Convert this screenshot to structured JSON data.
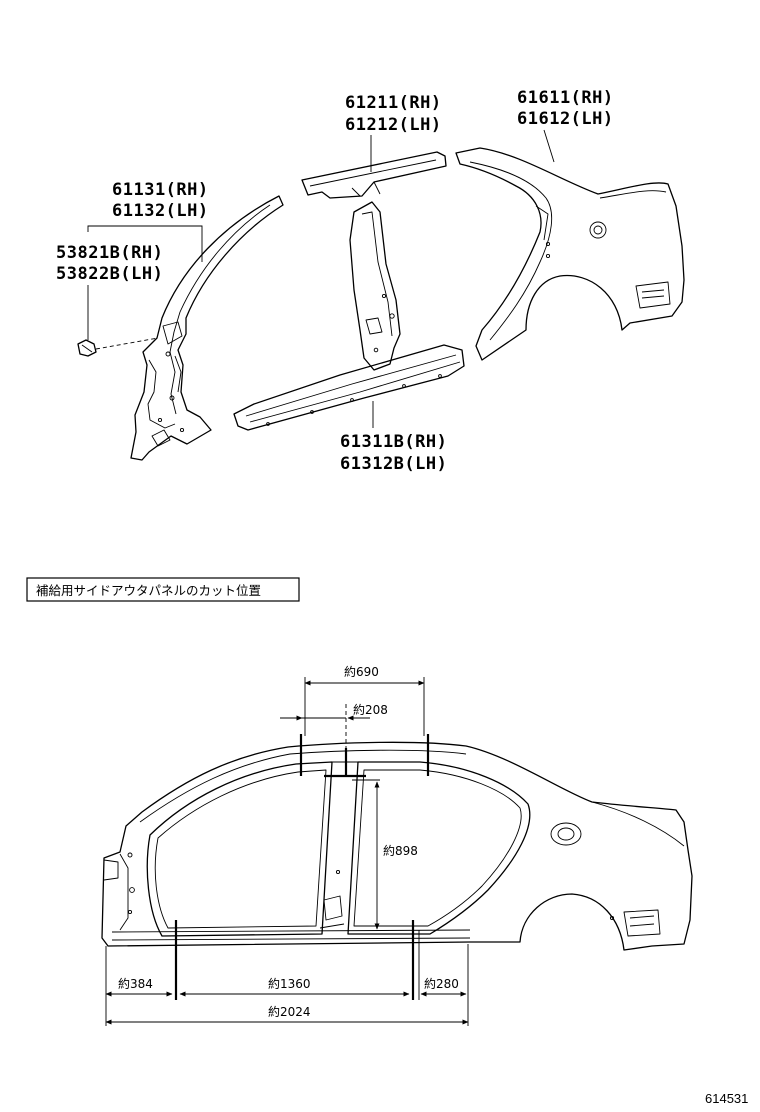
{
  "parts": {
    "quarter_panel": [
      "61611(RH)",
      "61612(LH)"
    ],
    "roof_side_rail": [
      "61211(RH)",
      "61212(LH)"
    ],
    "front_pillar": [
      "61131(RH)",
      "61132(LH)"
    ],
    "clip": [
      "53821B(RH)",
      "53822B(LH)"
    ],
    "rocker_outer": [
      "61311B(RH)",
      "61312B(LH)"
    ]
  },
  "note_box": "補給用サイドアウタパネルのカット位置",
  "dimensions": {
    "d690": "約690",
    "d208": "約208",
    "d898": "約898",
    "d384": "約384",
    "d1360": "約1360",
    "d280": "約280",
    "d2024": "約2024"
  },
  "diagram_ref": "614531"
}
